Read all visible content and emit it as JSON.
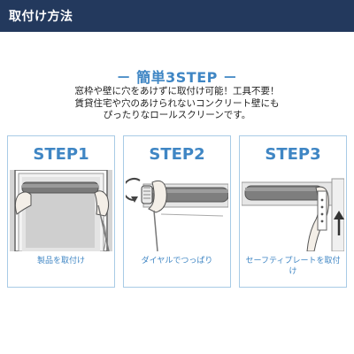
{
  "header": {
    "title": "取付け方法"
  },
  "section": {
    "title": "－ 簡単3STEP －",
    "intro_lines": [
      "窓枠や壁に穴をあけずに取付け可能！工具不要！",
      "賃貸住宅や穴のあけられないコンクリート壁にも",
      "ぴったりなロールスクリーンです。"
    ]
  },
  "steps": [
    {
      "title": "STEP1",
      "caption": "製品を取付け",
      "icon": "install-illustration"
    },
    {
      "title": "STEP2",
      "caption": "ダイヤルでつっぱり",
      "icon": "dial-tension-illustration"
    },
    {
      "title": "STEP3",
      "caption": "セーフティプレートを取付け",
      "icon": "safety-plate-illustration"
    }
  ],
  "colors": {
    "header_bg": "#23395d",
    "accent": "#3f86c4",
    "card_border": "#a8cbe6"
  }
}
